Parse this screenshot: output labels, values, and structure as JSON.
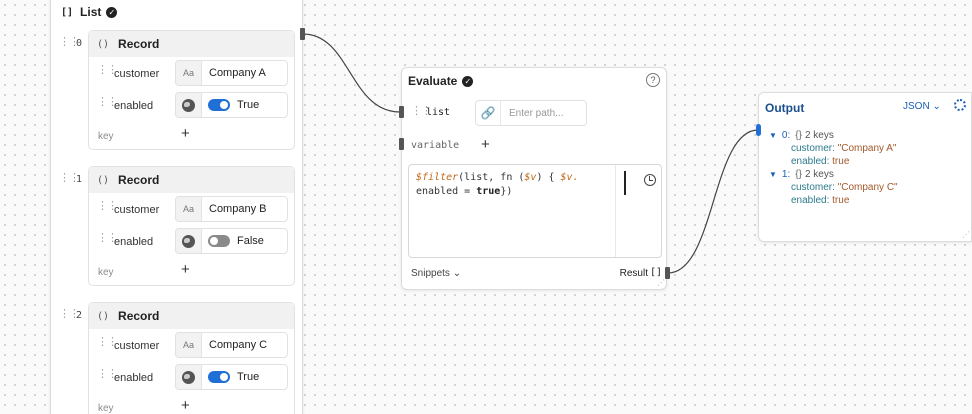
{
  "list_node": {
    "title": "List",
    "bracket_icon": "[]",
    "items": [
      {
        "index": "0",
        "record_title": "Record",
        "customer_label": "customer",
        "customer_value": "Company A",
        "enabled_label": "enabled",
        "enabled_value": "True",
        "enabled_on": true,
        "key_placeholder": "key"
      },
      {
        "index": "1",
        "record_title": "Record",
        "customer_label": "customer",
        "customer_value": "Company B",
        "enabled_label": "enabled",
        "enabled_value": "False",
        "enabled_on": false,
        "key_placeholder": "key"
      },
      {
        "index": "2",
        "record_title": "Record",
        "customer_label": "customer",
        "customer_value": "Company C",
        "enabled_label": "enabled",
        "enabled_value": "True",
        "enabled_on": true,
        "key_placeholder": "key"
      }
    ],
    "type_chip": "Aa",
    "record_icon": "()"
  },
  "evaluate_node": {
    "title": "Evaluate",
    "help_icon": "?",
    "input_label": "list",
    "path_placeholder": "Enter path...",
    "variable_label": "variable",
    "code_line1_fn": "$filter",
    "code_line1_rest_a": "(list, fn (",
    "code_line1_var": "$v",
    "code_line1_rest_b": ") { ",
    "code_line1_var2": "$v.",
    "code_line2_a": "enabled = ",
    "code_line2_kw": "true",
    "code_line2_b": "})",
    "snippets_label": "Snippets",
    "result_label": "Result",
    "result_icon": "[]"
  },
  "output_node": {
    "title": "Output",
    "format": "JSON",
    "entries": [
      {
        "index": "0:",
        "brace": "{}",
        "count": "2 keys",
        "customer_key": "customer:",
        "customer_val": "\"Company A\"",
        "enabled_key": "enabled:",
        "enabled_val": "true"
      },
      {
        "index": "1:",
        "brace": "{}",
        "count": "2 keys",
        "customer_key": "customer:",
        "customer_val": "\"Company C\"",
        "enabled_key": "enabled:",
        "enabled_val": "true"
      }
    ]
  },
  "colors": {
    "accent_blue": "#1f6fd6",
    "output_title": "#1b4f8e",
    "code_orange": "#c06a1a"
  }
}
